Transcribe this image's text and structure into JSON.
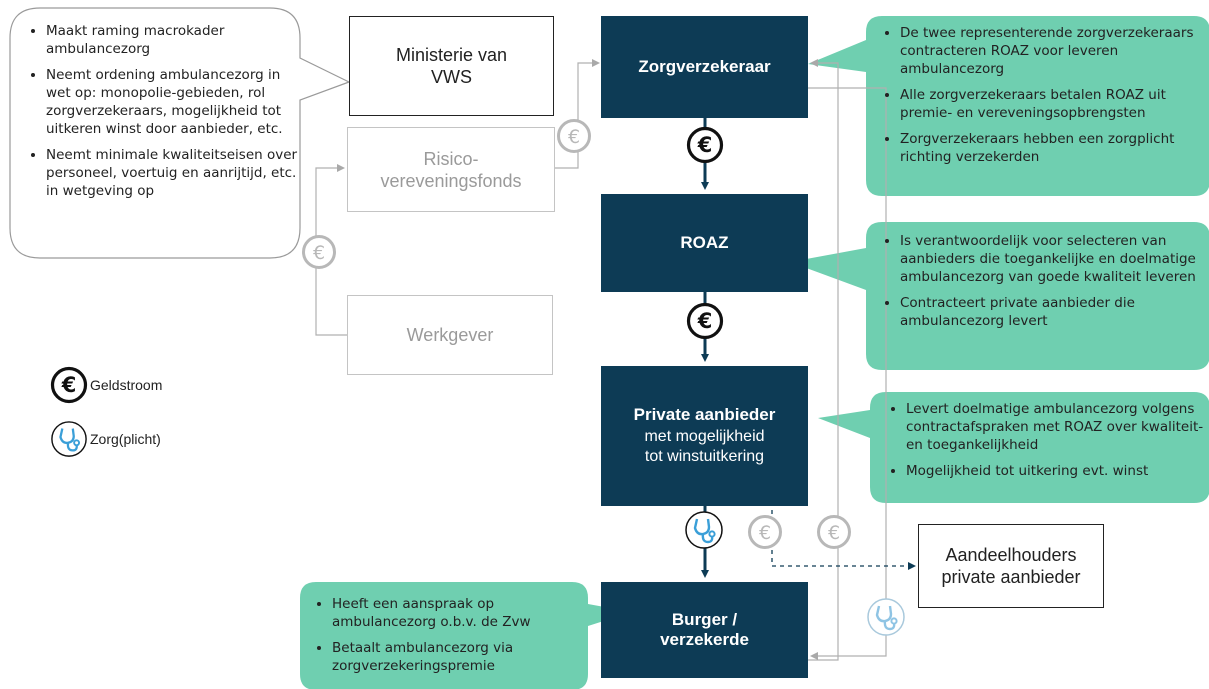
{
  "boxes": {
    "ministerie": "Ministerie van VWS",
    "zorgverzekeraar": "Zorgverzekeraar",
    "risico_line1": "Risico-",
    "risico_line2": "vereveningsfonds",
    "roaz": "ROAZ",
    "werkgever": "Werkgever",
    "private_bold": "Private aanbieder",
    "private_line2": "met mogelijkheid",
    "private_line3": "tot winstuitkering",
    "burger_line1": "Burger /",
    "burger_line2": "verzekerde",
    "aandeelhouders_line1": "Aandeelhouders",
    "aandeelhouders_line2": "private aanbieder"
  },
  "notes": {
    "ministerie": [
      "Maakt raming macrokader ambulancezorg",
      "Neemt ordening ambulancezorg in wet op: monopolie-gebieden, rol zorgverzekeraars, mogelijkheid tot uitkeren winst door aanbieder, etc.",
      "Neemt minimale kwaliteitseisen over personeel, voertuig en aanrijtijd, etc. in wetgeving op"
    ],
    "zorgverzekeraar": [
      "De twee representerende zorgverzekeraars contracteren ROAZ voor leveren ambulancezorg",
      "Alle zorgverzekeraars betalen ROAZ uit premie- en vereveningsopbrengsten",
      "Zorgverzekeraars hebben een zorgplicht richting verzekerden"
    ],
    "roaz": [
      "Is verantwoordelijk voor selecteren van aanbieders die toegankelijke en doelmatige ambulancezorg van goede kwaliteit leveren",
      "Contracteert private aanbieder die ambulancezorg levert"
    ],
    "private": [
      "Levert doelmatige ambulancezorg volgens contractafspraken met ROAZ over kwaliteit- en toegankelijkheid",
      "Mogelijkheid tot uitkering evt. winst"
    ],
    "burger": [
      "Heeft een aanspraak op ambulancezorg o.b.v. de Zvw",
      "Betaalt ambulancezorg via zorgverzekeringspremie"
    ]
  },
  "legend": {
    "geldstroom": "Geldstroom",
    "zorg": "Zorg(plicht)"
  },
  "colors": {
    "navy": "#0d3b55",
    "teal": "#6fcfb0",
    "grey": "#b0b0b0",
    "stethoscope_blue": "#3a9fd8"
  },
  "icons": [
    "euro-icon",
    "stethoscope-icon"
  ]
}
